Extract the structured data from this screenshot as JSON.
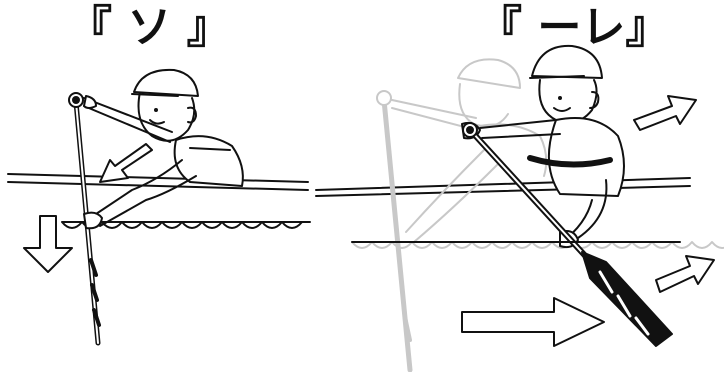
{
  "panels": [
    {
      "title": "『 ソ 』"
    },
    {
      "title": "『 ーレ』"
    }
  ],
  "colors": {
    "ink": "#111111",
    "faded_ink": "#c8c8c8",
    "background": "#ffffff"
  },
  "icons": [
    "down-arrow",
    "left-down-arrow",
    "right-arrow",
    "right-up-arrow"
  ]
}
